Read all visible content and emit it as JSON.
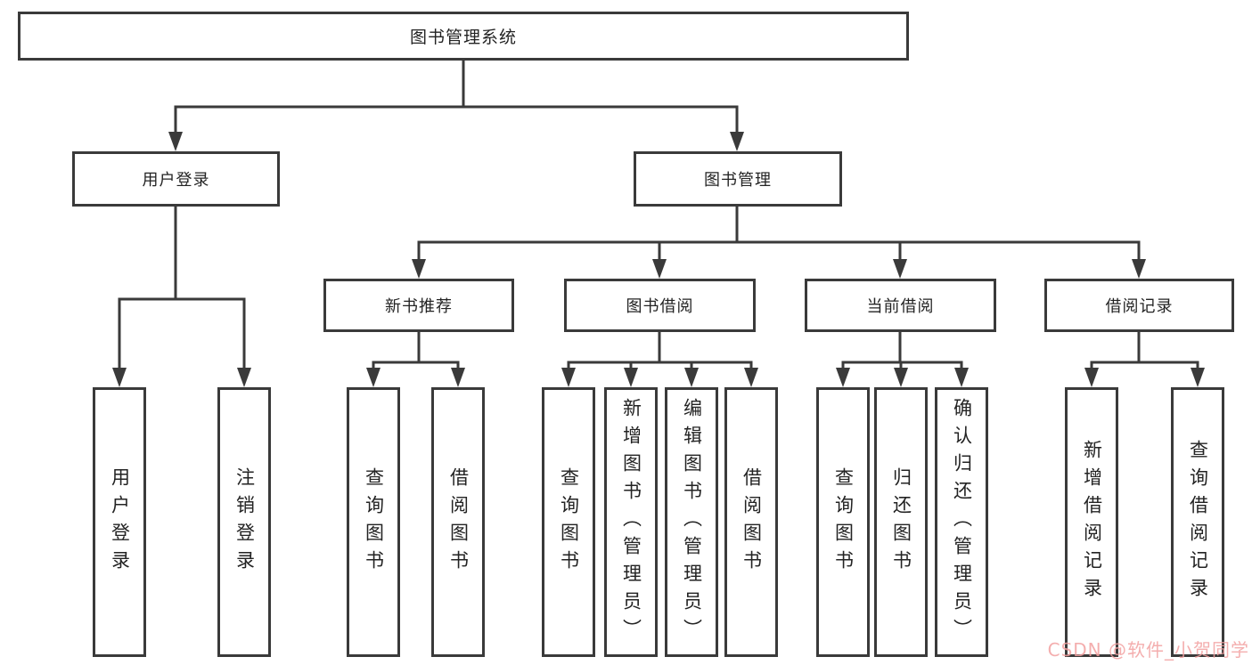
{
  "diagram": {
    "type": "hierarchy-flowchart",
    "colors": {
      "line": "#3a3a3a",
      "box_border": "#3a3a3a",
      "box_background": "#ffffff",
      "text": "#232323",
      "watermark": "#f2a0a0",
      "background": "#ffffff"
    },
    "tree": {
      "label": "图书管理系统",
      "children": [
        {
          "label": "用户登录",
          "children": [
            {
              "label": "用户登录"
            },
            {
              "label": "注销登录"
            }
          ]
        },
        {
          "label": "图书管理",
          "children": [
            {
              "label": "新书推荐",
              "children": [
                {
                  "label": "查询图书"
                },
                {
                  "label": "借阅图书"
                }
              ]
            },
            {
              "label": "图书借阅",
              "children": [
                {
                  "label": "查询图书"
                },
                {
                  "label": "新增图书（管理员）"
                },
                {
                  "label": "编辑图书（管理员）"
                },
                {
                  "label": "借阅图书"
                }
              ]
            },
            {
              "label": "当前借阅",
              "children": [
                {
                  "label": "查询图书"
                },
                {
                  "label": "归还图书"
                },
                {
                  "label": "确认归还（管理员）"
                }
              ]
            },
            {
              "label": "借阅记录",
              "children": [
                {
                  "label": "新增借阅记录"
                },
                {
                  "label": "查询借阅记录"
                }
              ]
            }
          ]
        }
      ]
    },
    "watermark": {
      "text": "CSDN @软件_小贺同学"
    }
  }
}
